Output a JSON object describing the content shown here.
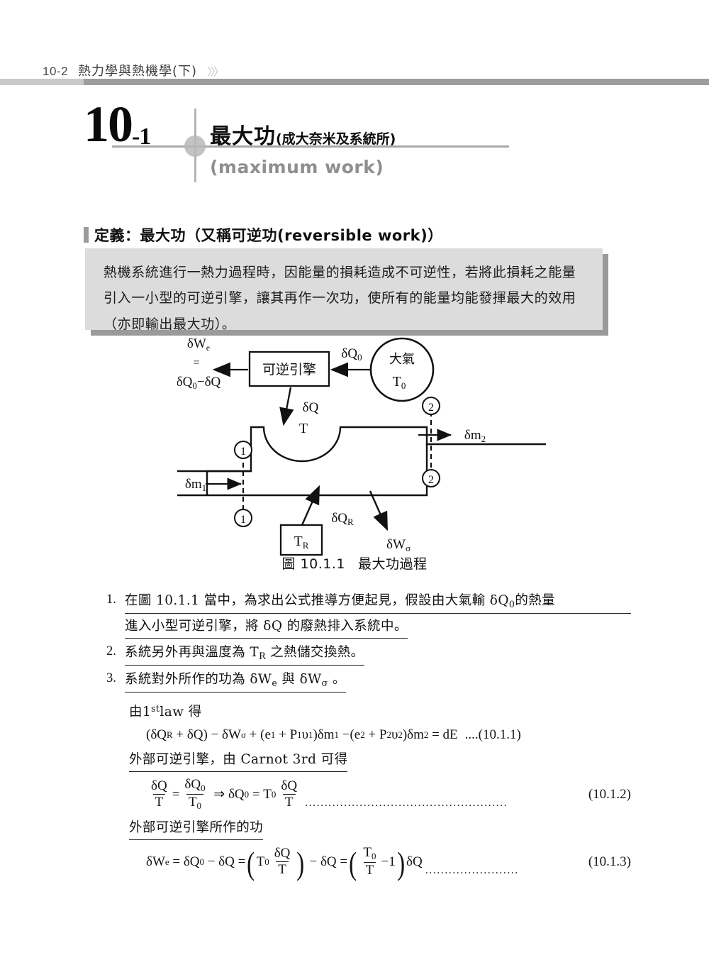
{
  "header": {
    "folio": "10-2",
    "book_title": "熱力學與熱機學(下)",
    "chevrons": "〉〉〉"
  },
  "section": {
    "number_main": "10",
    "number_sub": "-1",
    "title_cn": "最大功",
    "title_cn_paren": "(成大奈米及系統所)",
    "title_en": "(maximum work)"
  },
  "definition": {
    "heading": "定義：最大功（又稱可逆功(reversible work)）",
    "body": "熱機系統進行一熱力過程時，因能量的損耗造成不可逆性，若將此損耗之能量引入一小型的可逆引擎，讓其再作一次功，使所有的能量均能發揮最大的效用（亦即輸出最大功）。"
  },
  "figure": {
    "caption_num": "圖 10.1.1",
    "caption_text": "最大功過程",
    "labels": {
      "work_out_top": "δW",
      "work_out_top_sub": "e",
      "equals": "=",
      "work_out_expr": "δQ₀−δQ",
      "engine_box": "可逆引擎",
      "heat_from_atm": "δQ₀",
      "atmosphere": "大氣",
      "atmosphere_temp": "T₀",
      "heat_to_system": "δQ",
      "system_temp": "T",
      "state_1": "1",
      "state_2": "2",
      "mass_in": "δm₁",
      "mass_out": "δm₂",
      "reservoir_heat": "δQ",
      "reservoir_heat_sub": "R",
      "reservoir_box": "T",
      "reservoir_box_sub": "R",
      "system_work": "δW",
      "system_work_sub": "σ"
    }
  },
  "body": {
    "items": [
      {
        "num": "1.",
        "line1_a": "在圖 10.1.1 當中，為求出公式推導方便起見，假設由大氣輸 δQ",
        "line1_sub": "0",
        "line1_b": "的熱量",
        "line2_a": "進入小型可逆引擎，將 δQ 的廢熱排入系統中。"
      },
      {
        "num": "2.",
        "line1_a": "系統另外再與溫度為 T",
        "line1_sub": "R",
        "line1_b": " 之熱儲交換熱。"
      },
      {
        "num": "3.",
        "line1_a": "系統對外所作的功為 δW",
        "line1_sub": "e",
        "line1_b": " 與 δW",
        "line1_sub2": "σ",
        "line1_c": " 。"
      }
    ],
    "law_intro_a": "由1",
    "law_intro_sup": "st",
    "law_intro_b": "law 得",
    "eq_1011": {
      "expr": "(δQ R + δQ) − δW σ + (e 1 + P 1 υ 1 )δm 1 − (e 2 + P 2 υ 2 )δm 2 = dE",
      "tag": "....(10.1.1)"
    },
    "carnot_label": "外部可逆引擎，由 Carnot 3rd 可得",
    "eq_1012": {
      "tag": "(10.1.2)",
      "dots": "...................................................."
    },
    "work_label": "外部可逆引擎所作的功",
    "eq_1013": {
      "tag": "(10.1.3)",
      "dots": "........................"
    }
  },
  "colors": {
    "rule_light": "#c9c9c9",
    "rule_dark": "#9d9d9d",
    "def_box_bg": "#dcdcdc",
    "def_box_shadow": "#9a9a9a",
    "title_en_grey": "#8f8f8f"
  }
}
